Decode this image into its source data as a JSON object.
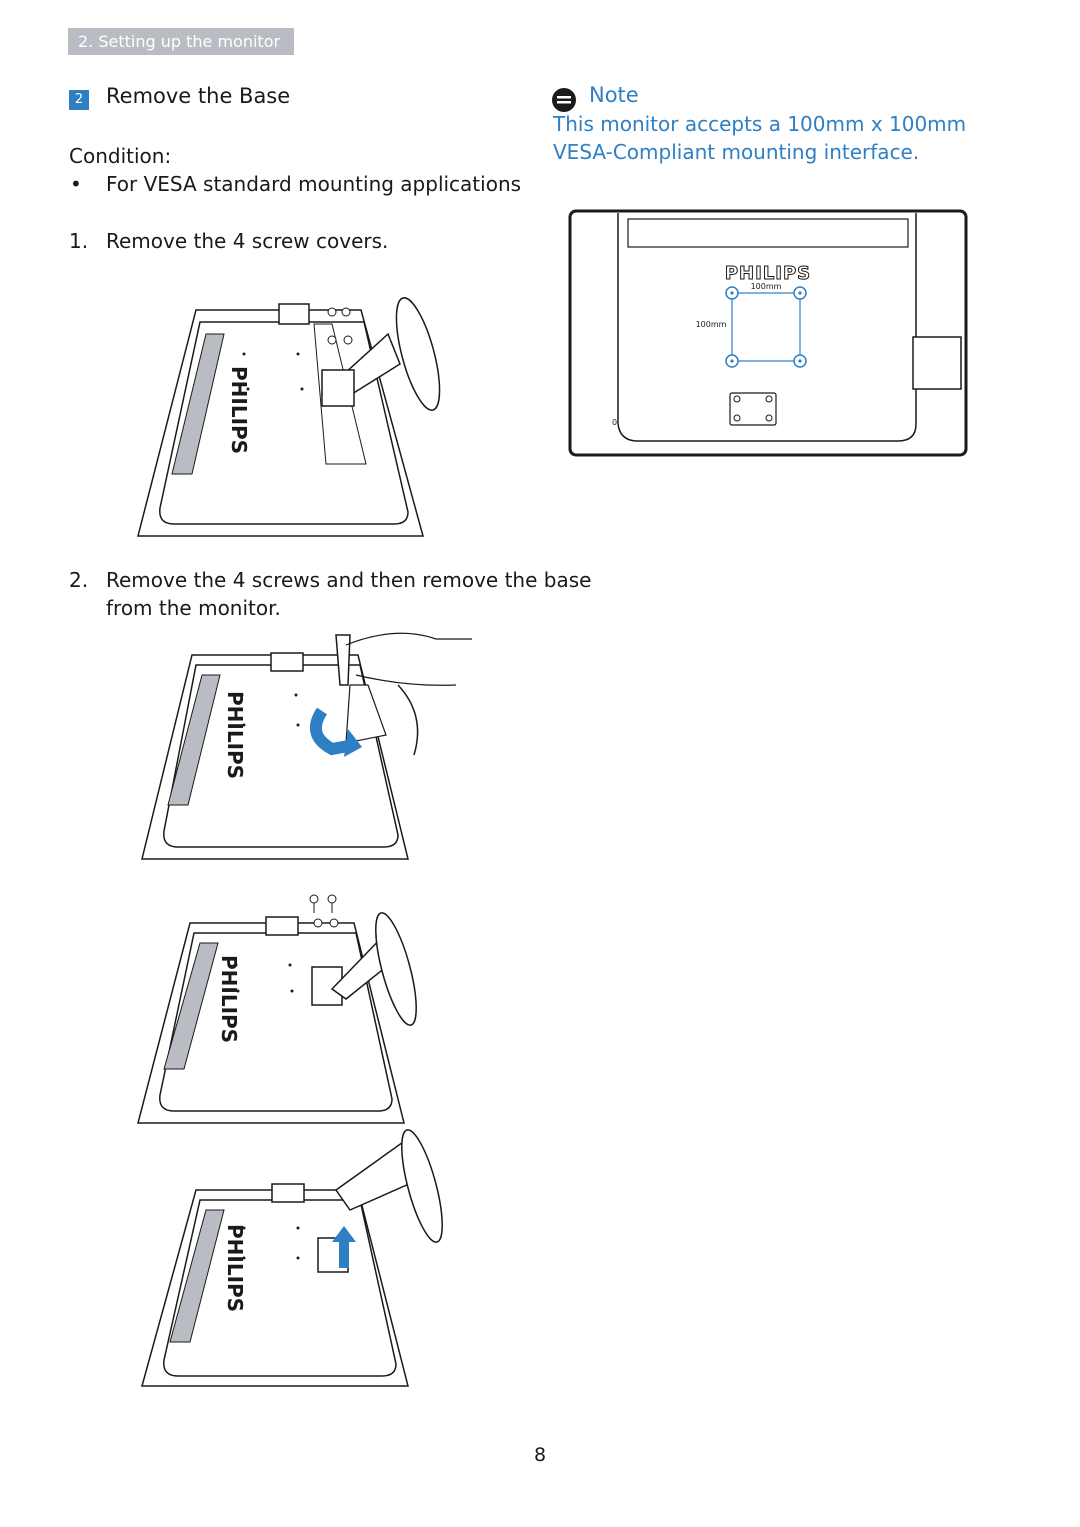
{
  "header": {
    "section_tab": "2. Setting up the monitor"
  },
  "step": {
    "number": "2",
    "title": "Remove the Base"
  },
  "condition": {
    "label": "Condition:",
    "bullet": "For VESA standard mounting applications"
  },
  "instructions": [
    {
      "num": "1.",
      "text": "Remove the 4 screw covers."
    },
    {
      "num": "2.",
      "text": "Remove the 4 screws and then remove the base",
      "text_cont": "from the monitor."
    }
  ],
  "note": {
    "title": "Note",
    "line1": "This monitor accepts a 100mm x 100mm",
    "line2": "VESA-Compliant mounting interface."
  },
  "vesa_figure": {
    "brand": "PHILIPS",
    "dim_h": "100mm",
    "dim_v": "100mm",
    "mark": "0"
  },
  "figure_brand": "PHILIPS",
  "colors": {
    "accent": "#2e7fc4",
    "tab_gray": "#b9bcc2"
  },
  "page_number": "8"
}
